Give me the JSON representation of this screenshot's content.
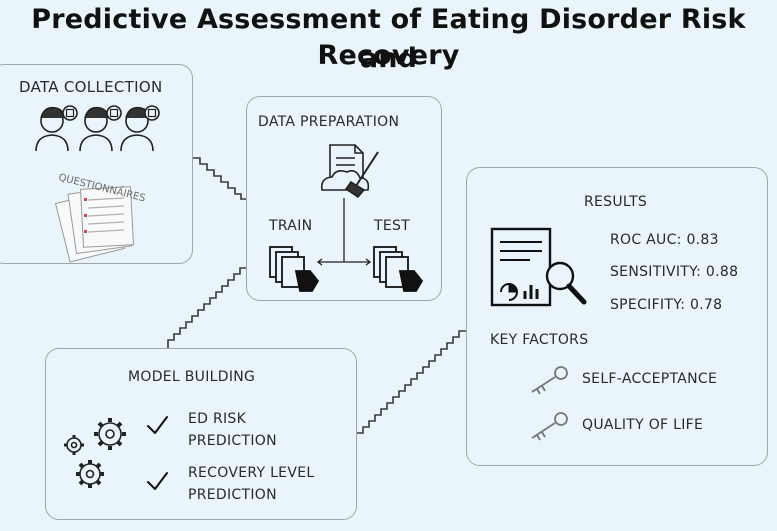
{
  "title": {
    "line1": "Predictive Assessment of Eating Disorder Risk and",
    "line2": "Recovery"
  },
  "data_collection": {
    "heading": "DATA COLLECTION",
    "questionnaires_label": "QUESTIONNAIRES"
  },
  "data_preparation": {
    "heading": "DATA PREPARATION",
    "train_label": "TRAIN",
    "test_label": "TEST"
  },
  "model_building": {
    "heading": "MODEL BUILDING",
    "items": [
      {
        "line1": "ED RISK",
        "line2": "PREDICTION"
      },
      {
        "line1": "RECOVERY LEVEL",
        "line2": "PREDICTION"
      }
    ]
  },
  "results": {
    "heading": "RESULTS",
    "metrics": [
      "ROC AUC: 0.83",
      "SENSITIVITY: 0.88",
      "SPECIFITY: 0.78"
    ],
    "key_factors_heading": "KEY FACTORS",
    "factors": [
      "SELF-ACCEPTANCE",
      "QUALITY OF LIFE"
    ]
  },
  "colors": {
    "background": "#e9f4fb",
    "border": "#9fa7ad",
    "ink": "#1e1e1e"
  }
}
